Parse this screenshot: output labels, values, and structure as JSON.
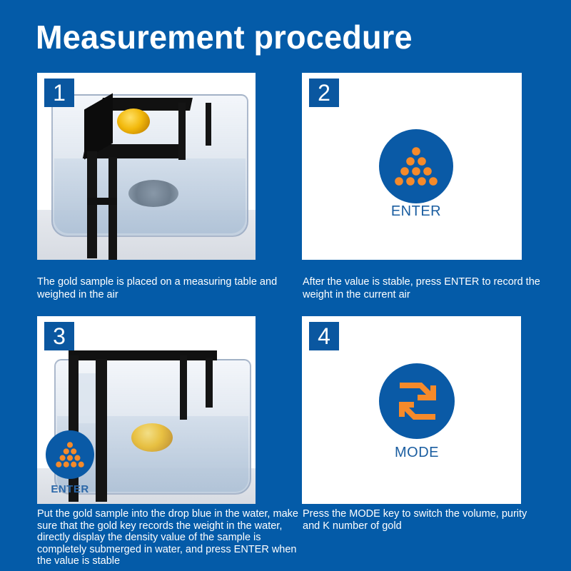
{
  "page": {
    "title": "Measurement procedure",
    "colors": {
      "background": "#045ba8",
      "badge": "#0a57a0",
      "key_circle": "#0a5aa6",
      "key_icon": "#f58a2a",
      "key_label": "#1a5da0",
      "panel": "#ffffff",
      "text": "#ffffff"
    }
  },
  "steps": [
    {
      "number": "1",
      "image": "photo: gold ring on black frame above water tank",
      "caption": "The gold sample is placed on a measuring table and weighed in the air"
    },
    {
      "number": "2",
      "key": {
        "icon": "dot-triangle-icon",
        "label": "ENTER"
      },
      "caption": "After the value is stable, press ENTER to record the weight in the current air"
    },
    {
      "number": "3",
      "image": "photo: gold ring submerged in water tank",
      "overlay_key": {
        "icon": "dot-triangle-icon",
        "label": "ENTER"
      },
      "caption": "Put the gold sample into the drop blue in the water, make sure that the gold key records the weight in the water, directly display the density value of the sample is completely submerged in water, and press ENTER when the value is stable"
    },
    {
      "number": "4",
      "key": {
        "icon": "switch-arrows-icon",
        "label": "MODE"
      },
      "caption": "Press the MODE key to switch the volume, purity and K number of gold"
    }
  ]
}
